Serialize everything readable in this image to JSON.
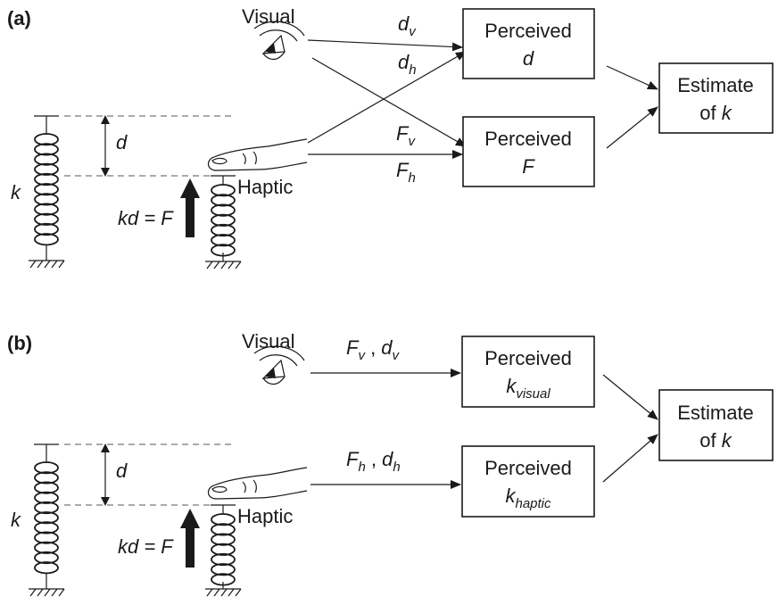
{
  "panels": [
    {
      "tag": "(a)",
      "visual": "Visual",
      "haptic": "Haptic",
      "k": "k",
      "d": "d",
      "kd": "kd = F",
      "arrows": [
        {
          "base": "d",
          "sub": "v"
        },
        {
          "base": "d",
          "sub": "h"
        },
        {
          "base": "F",
          "sub": "v"
        },
        {
          "base": "F",
          "sub": "h"
        }
      ],
      "boxes": [
        {
          "line1": "Perceived",
          "line2_base": "d",
          "line2_sub": ""
        },
        {
          "line1": "Perceived",
          "line2_base": "F",
          "line2_sub": ""
        }
      ],
      "estimate": {
        "line1": "Estimate",
        "line2_pre": "of ",
        "line2_var": "k"
      }
    },
    {
      "tag": "(b)",
      "visual": "Visual",
      "haptic": "Haptic",
      "k": "k",
      "d": "d",
      "kd": "kd = F",
      "arrows": [
        {
          "b1": "F",
          "s1": "v",
          "sep": " , ",
          "b2": "d",
          "s2": "v"
        },
        {
          "b1": "F",
          "s1": "h",
          "sep": " , ",
          "b2": "d",
          "s2": "h"
        }
      ],
      "boxes": [
        {
          "line1": "Perceived",
          "line2_base": "k",
          "line2_sub": "visual"
        },
        {
          "line1": "Perceived",
          "line2_base": "k",
          "line2_sub": "haptic"
        }
      ],
      "estimate": {
        "line1": "Estimate",
        "line2_pre": "of ",
        "line2_var": "k"
      }
    }
  ]
}
